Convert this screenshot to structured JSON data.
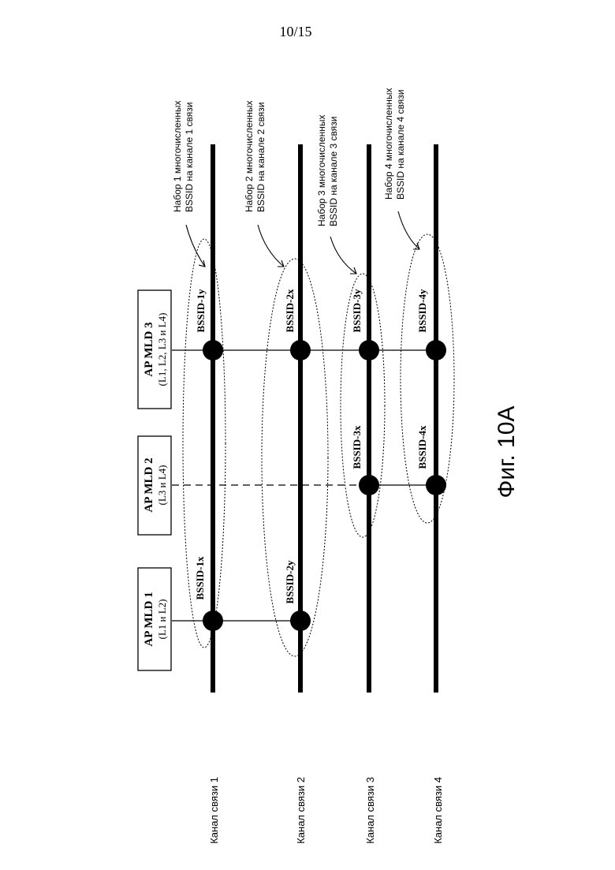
{
  "page_number": "10/15",
  "caption": "Фиг. 10A",
  "ap_mlds": [
    {
      "title": "AP MLD 1",
      "links": "(L1 и L2)"
    },
    {
      "title": "AP MLD 2",
      "links": "(L3 и L4)"
    },
    {
      "title": "AP MLD 3",
      "links": "(L1, L2, L3  и L4)"
    }
  ],
  "links": [
    {
      "label": "Канал связи 1",
      "set_line1": "Набор 1 многочисленных",
      "set_line2": "BSSID на канале 1 связи"
    },
    {
      "label": "Канал связи 2",
      "set_line1": "Набор 2 многочисленных",
      "set_line2": "BSSID на канале 2 связи"
    },
    {
      "label": "Канал связи 3",
      "set_line1": "Набор 3 многочисленных",
      "set_line2": "BSSID на канале 3 связи"
    },
    {
      "label": "Канал связи 4",
      "set_line1": "Набор 4 многочисленных",
      "set_line2": "BSSID на канале 4 связи"
    }
  ],
  "bssids": {
    "b1x": "BSSID-1x",
    "b2y": "BSSID-2y",
    "b3x": "BSSID-3x",
    "b4x": "BSSID-4x",
    "b1y": "BSSID-1y",
    "b2x": "BSSID-2x",
    "b3y": "BSSID-3y",
    "b4y": "BSSID-4y"
  },
  "colors": {
    "ink": "#000000",
    "background": "#ffffff"
  }
}
